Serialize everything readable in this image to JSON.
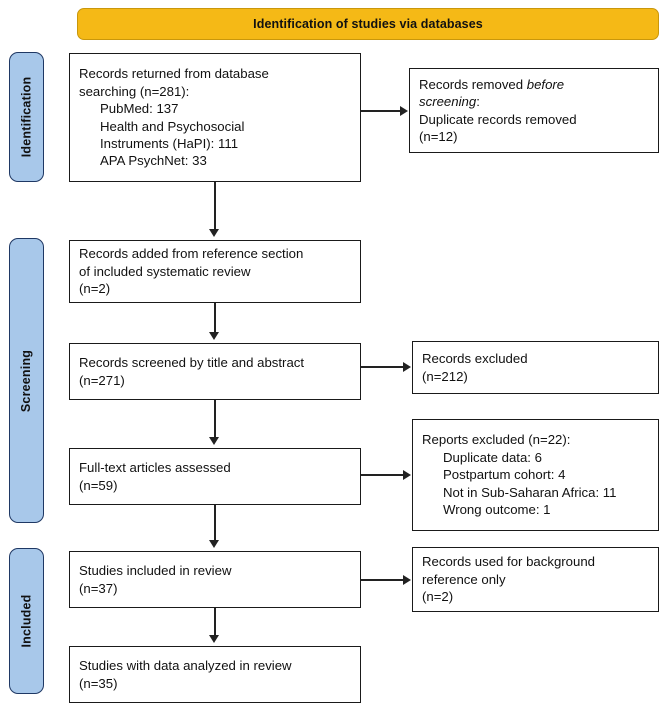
{
  "diagram": {
    "type": "prisma-flow-diagram",
    "banner": {
      "label": "Identification of studies via databases"
    },
    "phases": [
      {
        "key": "identification",
        "label": "Identification"
      },
      {
        "key": "screening",
        "label": "Screening"
      },
      {
        "key": "included",
        "label": "Included"
      }
    ],
    "colors": {
      "banner_fill": "#F5B916",
      "banner_border": "#C9970B",
      "phase_fill": "#A8C8EA",
      "phase_border": "#1F3864",
      "box_border": "#1a1a1a",
      "connector": "#222222"
    },
    "boxes": {
      "records_returned": {
        "name": "records-returned-from-database-searching",
        "lines": [
          {
            "text": "Records returned from database",
            "indent": false
          },
          {
            "text": "searching (n=281):",
            "indent": false
          },
          {
            "text": "PubMed: 137",
            "indent": true
          },
          {
            "text": "Health and Psychosocial",
            "indent": true
          },
          {
            "text": "Instruments (HaPI): 111",
            "indent": true
          },
          {
            "text": "APA PsychNet: 33",
            "indent": true
          }
        ],
        "n": 281,
        "sources": [
          {
            "label": "PubMed",
            "count": 137
          },
          {
            "label": "Health and Psychosocial Instruments (HaPI)",
            "count": 111
          },
          {
            "label": "APA PsychNet",
            "count": 33
          }
        ]
      },
      "records_removed": {
        "name": "records-removed-before-screening",
        "lines": [
          {
            "text": "Records removed ",
            "italic_tail": "before",
            "indent": false
          },
          {
            "text": "",
            "italic_head": "screening",
            "tail": ":",
            "indent": false
          },
          {
            "text": "Duplicate records removed",
            "indent": false
          },
          {
            "text": "(n=12)",
            "indent": false
          }
        ],
        "n": 12
      },
      "records_added": {
        "name": "records-added-from-reference-section",
        "lines": [
          {
            "text": "Records added from reference section",
            "indent": false
          },
          {
            "text": "of included systematic review",
            "indent": false
          },
          {
            "text": "(n=2)",
            "indent": false
          }
        ],
        "n": 2
      },
      "records_screened": {
        "name": "records-screened-by-title-and-abstract",
        "lines": [
          {
            "text": "Records screened by title and abstract",
            "indent": false
          },
          {
            "text": "(n=271)",
            "indent": false
          }
        ],
        "n": 271
      },
      "records_excluded": {
        "name": "records-excluded",
        "lines": [
          {
            "text": "Records excluded",
            "indent": false
          },
          {
            "text": "(n=212)",
            "indent": false
          }
        ],
        "n": 212
      },
      "fulltext_assessed": {
        "name": "full-text-articles-assessed",
        "lines": [
          {
            "text": "Full-text articles assessed",
            "indent": false
          },
          {
            "text": "(n=59)",
            "indent": false
          }
        ],
        "n": 59
      },
      "reports_excluded": {
        "name": "reports-excluded",
        "lines": [
          {
            "text": "Reports excluded (n=22):",
            "indent": false
          },
          {
            "text": "Duplicate data: 6",
            "indent": true
          },
          {
            "text": "Postpartum cohort: 4",
            "indent": true
          },
          {
            "text": "Not in Sub-Saharan Africa: 11",
            "indent": true
          },
          {
            "text": "Wrong outcome: 1",
            "indent": true
          }
        ],
        "n": 22,
        "reasons": [
          {
            "label": "Duplicate data",
            "count": 6
          },
          {
            "label": "Postpartum cohort",
            "count": 4
          },
          {
            "label": "Not in Sub-Saharan Africa",
            "count": 11
          },
          {
            "label": "Wrong outcome",
            "count": 1
          }
        ]
      },
      "studies_included": {
        "name": "studies-included-in-review",
        "lines": [
          {
            "text": "Studies included in review",
            "indent": false
          },
          {
            "text": "(n=37)",
            "indent": false
          }
        ],
        "n": 37
      },
      "background_reference": {
        "name": "records-used-for-background-reference-only",
        "lines": [
          {
            "text": "Records used for background",
            "indent": false
          },
          {
            "text": "reference only",
            "indent": false
          },
          {
            "text": "(n=2)",
            "indent": false
          }
        ],
        "n": 2
      },
      "studies_analyzed": {
        "name": "studies-with-data-analyzed-in-review",
        "lines": [
          {
            "text": "Studies with data analyzed in review",
            "indent": false
          },
          {
            "text": "(n=35)",
            "indent": false
          }
        ],
        "n": 35
      }
    }
  }
}
